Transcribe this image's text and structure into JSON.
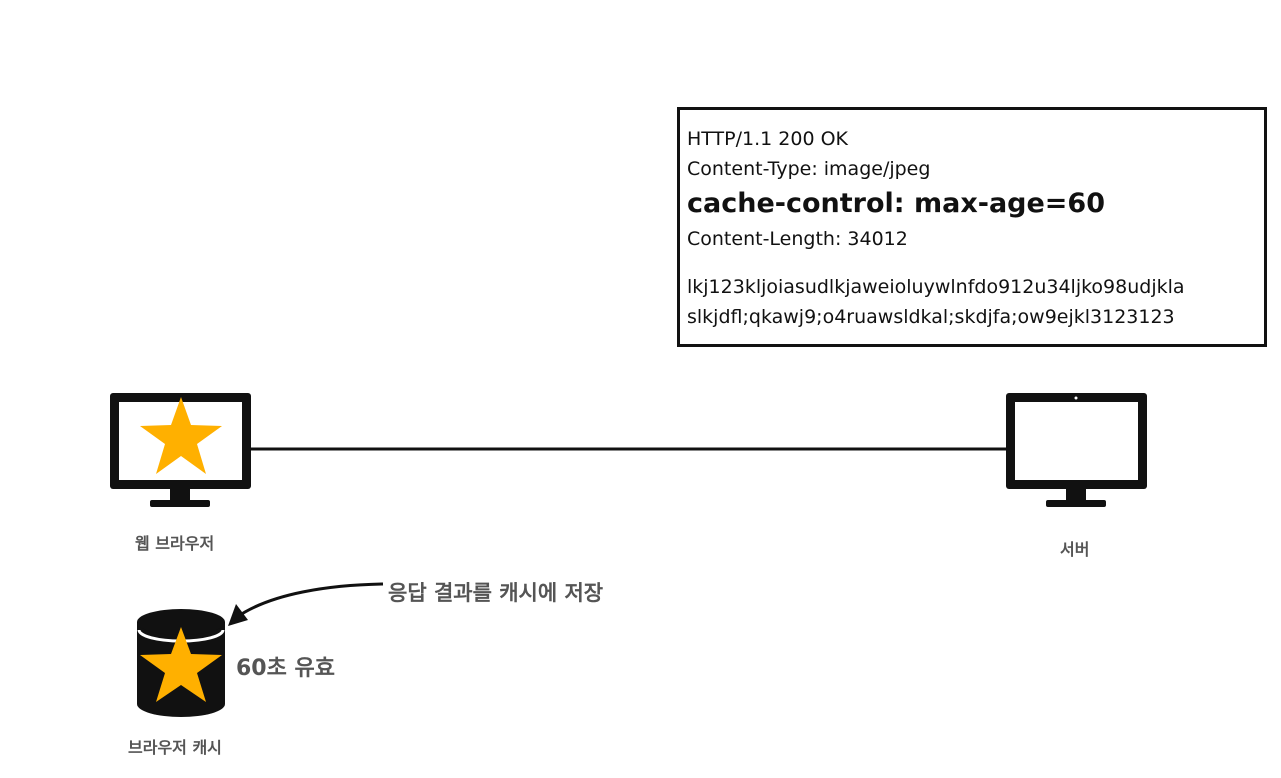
{
  "http_response": {
    "status_line": "HTTP/1.1 200 OK",
    "content_type": "Content-Type: image/jpeg",
    "cache_control": "cache-control: max-age=60",
    "content_length": "Content-Length: 34012",
    "body_line1": "lkj123kljoiasudlkjaweioluywlnfdo912u34ljko98udjkla",
    "body_line2": "slkjdfl;qkawj9;o4ruawsldkal;skdjfa;ow9ejkl3123123"
  },
  "browser_label": "웹 브라우저",
  "server_label": "서버",
  "cache_note": "응답 결과를 캐시에 저장",
  "validity_label": "60초 유효",
  "cache_label": "브라우저 캐시",
  "colors": {
    "star": "#FFB000",
    "device": "#111111",
    "label": "#555555"
  }
}
